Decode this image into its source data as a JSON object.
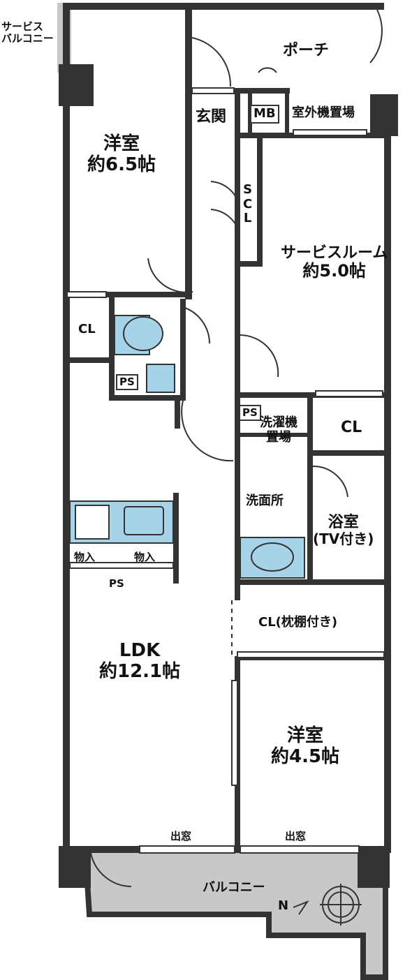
{
  "rooms": {
    "service_balcony": {
      "line1": "サービス",
      "line2": "バルコニー"
    },
    "porch": "ポーチ",
    "entrance": "玄関",
    "mb": "MB",
    "outdoor_unit": "室外機置場",
    "western1": {
      "name": "洋室",
      "size": "約6.5帖"
    },
    "scl": [
      "S",
      "C",
      "L"
    ],
    "service_room": {
      "name": "サービスルーム",
      "size": "約5.0帖"
    },
    "cl_left": "CL",
    "ps_left": "PS",
    "ps_mid": "PS",
    "washer": {
      "line1": "洗濯機",
      "line2": "置場"
    },
    "cl_right": "CL",
    "washroom": "洗面所",
    "bath": {
      "name": "浴室",
      "note": "(TV付き)"
    },
    "storage_left": "物入",
    "storage_right": "物入",
    "ps_kitchen": "PS",
    "cl_shelf": "CL(枕棚付き)",
    "ldk": {
      "name": "LDK",
      "size": "約12.1帖"
    },
    "western2": {
      "name": "洋室",
      "size": "約4.5帖"
    },
    "bay_left": "出窓",
    "bay_right": "出窓",
    "balcony": "バルコニー",
    "north": "N"
  },
  "colors": {
    "wall": "#333333",
    "fixture": "#a7d3e8",
    "balcony": "#c8c8c8",
    "floor": "#ffffff"
  }
}
